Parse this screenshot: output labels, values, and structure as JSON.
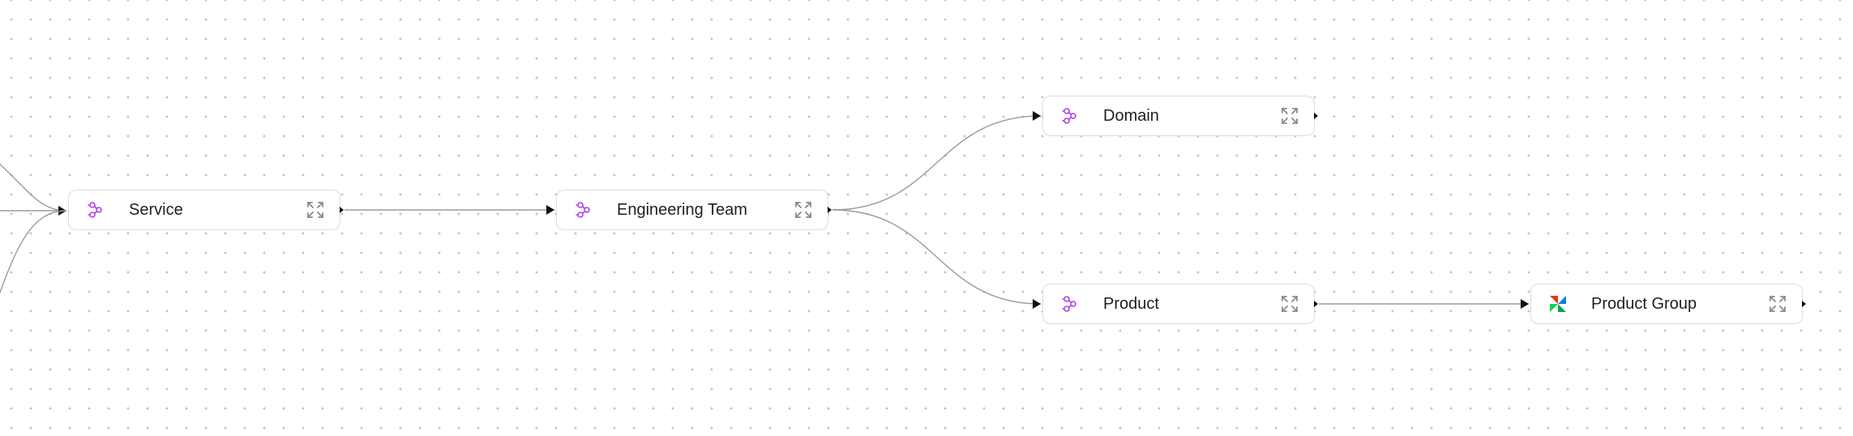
{
  "canvas": {
    "background": "#ffffff",
    "dot_color": "#c4c4c4"
  },
  "nodes": [
    {
      "id": "service",
      "label": "Service",
      "icon": "entity-cluster-icon"
    },
    {
      "id": "engineering_team",
      "label": "Engineering Team",
      "icon": "entity-cluster-icon"
    },
    {
      "id": "domain",
      "label": "Domain",
      "icon": "entity-cluster-icon"
    },
    {
      "id": "product",
      "label": "Product",
      "icon": "entity-cluster-icon"
    },
    {
      "id": "product_group",
      "label": "Product Group",
      "icon": "pinwheel-logo-icon"
    }
  ],
  "edges": [
    {
      "from": "service",
      "to": "engineering_team"
    },
    {
      "from": "engineering_team",
      "to": "domain"
    },
    {
      "from": "engineering_team",
      "to": "product"
    },
    {
      "from": "product",
      "to": "product_group"
    }
  ],
  "colors": {
    "accent": "#b042e6",
    "edge": "#9a9a9a",
    "node_border": "#dcdcdc",
    "arrow": "#111111",
    "expand_icon": "#8a8a8a"
  }
}
